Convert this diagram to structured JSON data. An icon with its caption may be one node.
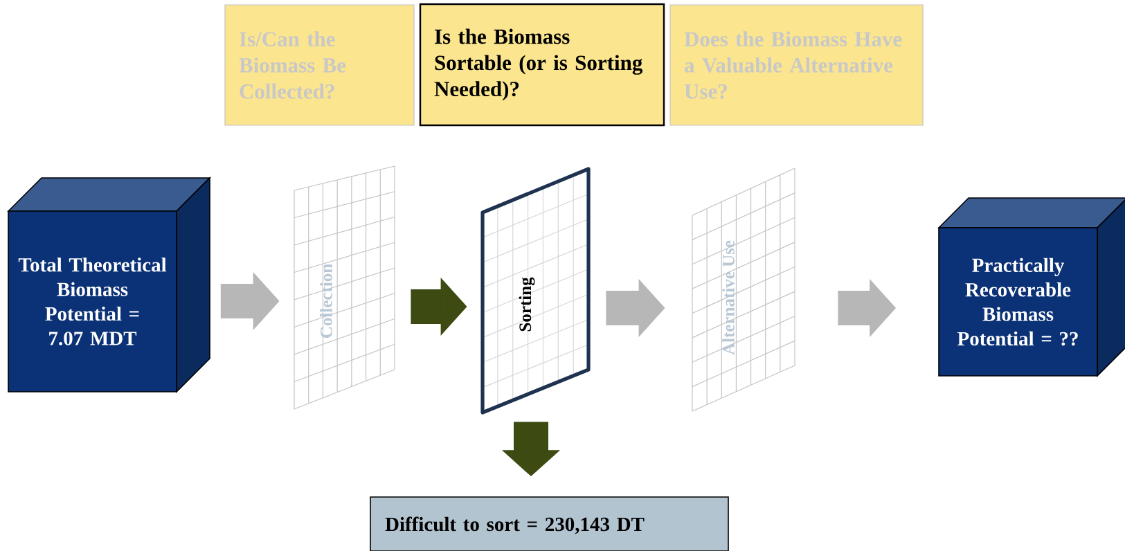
{
  "diagram": {
    "nodes": [
      {
        "text": [
          "Is/Can the Biomass Be Collected?"
        ]
      },
      {
        "text": [
          "Is the Biomass Sortable (or is Sorting Needed)?"
        ]
      },
      {
        "text": [
          "Does the Biomass Have a Valuable Alternative Use?"
        ]
      },
      {
        "text": [
          "Total Theoretical Biomass Potential = 7.07 MDT"
        ]
      },
      {
        "text": [
          "Collection"
        ]
      },
      {
        "text": [
          "Sorting"
        ]
      },
      {
        "text": [
          "Alternative Use"
        ]
      },
      {
        "text": [
          "Practically Recoverable Biomass Potential =  ??"
        ]
      },
      {
        "text": [
          "Difficult to sort = 230,143 DT"
        ]
      }
    ],
    "edges": [
      {
        "from": 3,
        "to": 4,
        "arrow": "to"
      },
      {
        "from": 4,
        "to": 5,
        "arrow": "to",
        "color": "#3d4a12"
      },
      {
        "from": 5,
        "to": 6,
        "arrow": "to"
      },
      {
        "from": 6,
        "to": 7,
        "arrow": "to"
      },
      {
        "from": 5,
        "to": 8,
        "arrow": "to",
        "color": "#3d4a12"
      }
    ]
  }
}
